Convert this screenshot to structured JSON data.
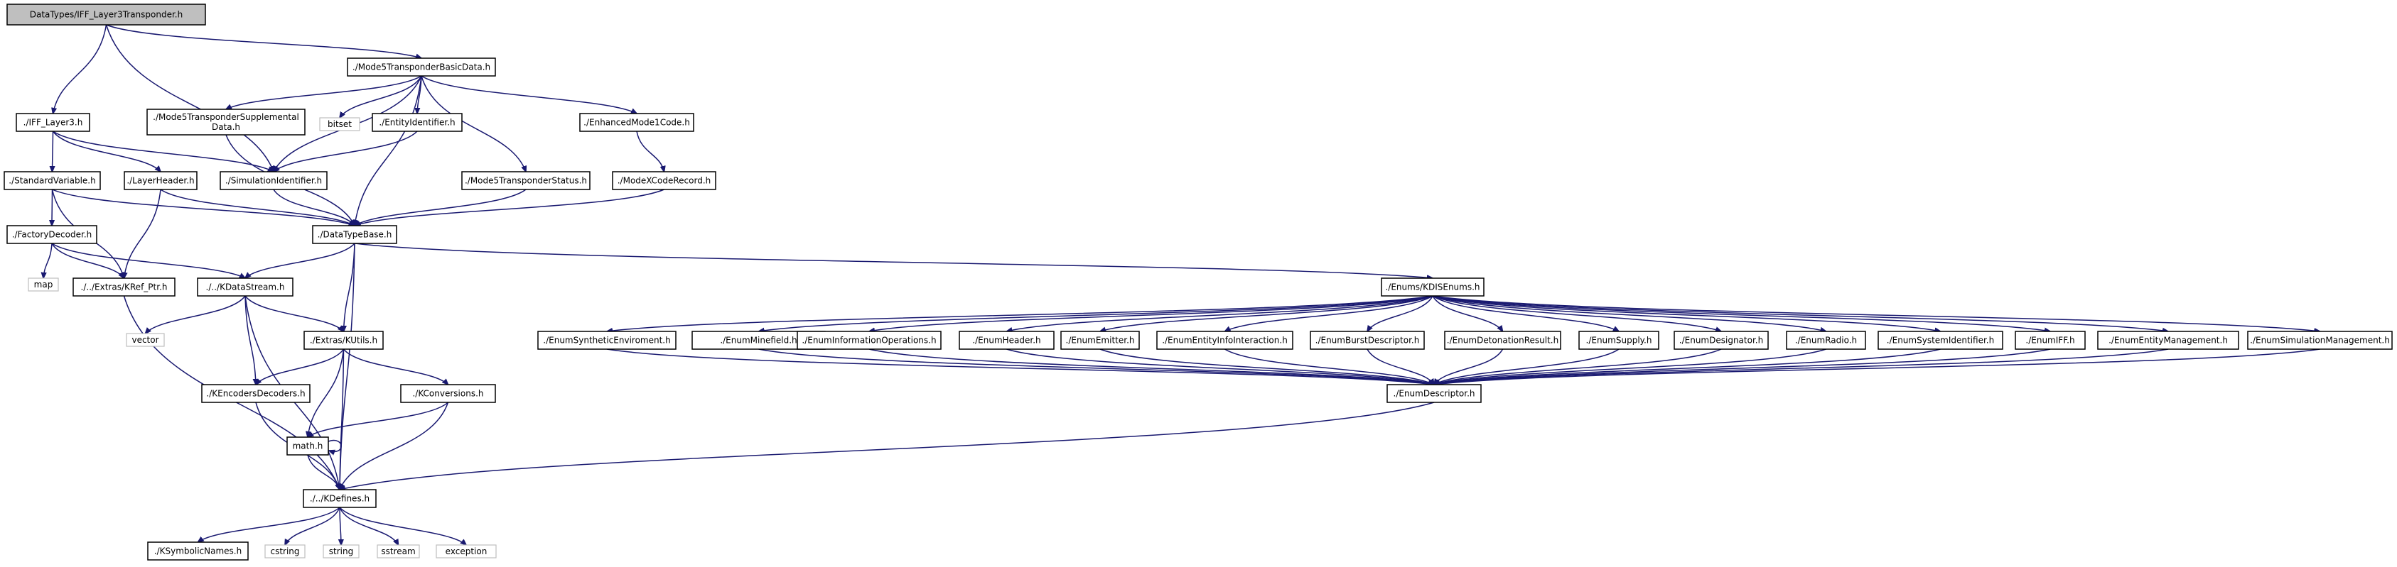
{
  "colors": {
    "edge": "#191970",
    "root_fill": "#bfbfbf",
    "external_border": "#bfbfbf",
    "box_border": "#000000"
  },
  "nodes": [
    {
      "id": "root",
      "lines": [
        "DataTypes/IFF_Layer3Transponder.h"
      ],
      "kind": "root"
    },
    {
      "id": "m5basic",
      "lines": [
        "./Mode5TransponderBasicData.h"
      ]
    },
    {
      "id": "iffl3",
      "lines": [
        "./IFF_Layer3.h"
      ]
    },
    {
      "id": "m5supp",
      "lines": [
        "./Mode5TransponderSupplemental",
        "Data.h"
      ]
    },
    {
      "id": "bitset",
      "lines": [
        "bitset"
      ],
      "kind": "ext"
    },
    {
      "id": "entityid",
      "lines": [
        "./EntityIdentifier.h"
      ]
    },
    {
      "id": "enhmode1",
      "lines": [
        "./EnhancedMode1Code.h"
      ]
    },
    {
      "id": "stdvar",
      "lines": [
        "./StandardVariable.h"
      ]
    },
    {
      "id": "layerhdr",
      "lines": [
        "./LayerHeader.h"
      ]
    },
    {
      "id": "simid",
      "lines": [
        "./SimulationIdentifier.h"
      ]
    },
    {
      "id": "m5status",
      "lines": [
        "./Mode5TransponderStatus.h"
      ]
    },
    {
      "id": "modexcode",
      "lines": [
        "./ModeXCodeRecord.h"
      ]
    },
    {
      "id": "factorydec",
      "lines": [
        "./FactoryDecoder.h"
      ]
    },
    {
      "id": "datatypebase",
      "lines": [
        "./DataTypeBase.h"
      ]
    },
    {
      "id": "map",
      "lines": [
        "map"
      ],
      "kind": "ext"
    },
    {
      "id": "krefptr",
      "lines": [
        "./../Extras/KRef_Ptr.h"
      ]
    },
    {
      "id": "kdatastream",
      "lines": [
        "./../KDataStream.h"
      ]
    },
    {
      "id": "kdisenums",
      "lines": [
        "./Enums/KDISEnums.h"
      ]
    },
    {
      "id": "vector",
      "lines": [
        "vector"
      ],
      "kind": "ext"
    },
    {
      "id": "kutils",
      "lines": [
        "./Extras/KUtils.h"
      ]
    },
    {
      "id": "e_synth",
      "lines": [
        "./EnumSyntheticEnviroment.h"
      ]
    },
    {
      "id": "e_mine",
      "lines": [
        "./EnumMinefield.h"
      ]
    },
    {
      "id": "e_info",
      "lines": [
        "./EnumInformationOperations.h"
      ]
    },
    {
      "id": "e_header",
      "lines": [
        "./EnumHeader.h"
      ]
    },
    {
      "id": "e_emitter",
      "lines": [
        "./EnumEmitter.h"
      ]
    },
    {
      "id": "e_entinfo",
      "lines": [
        "./EnumEntityInfoInteraction.h"
      ]
    },
    {
      "id": "e_burst",
      "lines": [
        "./EnumBurstDescriptor.h"
      ]
    },
    {
      "id": "e_deton",
      "lines": [
        "./EnumDetonationResult.h"
      ]
    },
    {
      "id": "e_supply",
      "lines": [
        "./EnumSupply.h"
      ]
    },
    {
      "id": "e_desig",
      "lines": [
        "./EnumDesignator.h"
      ]
    },
    {
      "id": "e_radio",
      "lines": [
        "./EnumRadio.h"
      ]
    },
    {
      "id": "e_sysid",
      "lines": [
        "./EnumSystemIdentifier.h"
      ]
    },
    {
      "id": "e_iff",
      "lines": [
        "./EnumIFF.h"
      ]
    },
    {
      "id": "e_entman",
      "lines": [
        "./EnumEntityManagement.h"
      ]
    },
    {
      "id": "e_simman",
      "lines": [
        "./EnumSimulationManagement.h"
      ]
    },
    {
      "id": "kencdec",
      "lines": [
        "./KEncodersDecoders.h"
      ]
    },
    {
      "id": "kconv",
      "lines": [
        "./KConversions.h"
      ]
    },
    {
      "id": "enumdesc",
      "lines": [
        "./EnumDescriptor.h"
      ]
    },
    {
      "id": "math",
      "lines": [
        "math.h"
      ]
    },
    {
      "id": "kdefines",
      "lines": [
        "./../KDefines.h"
      ]
    },
    {
      "id": "ksymbolic",
      "lines": [
        "./KSymbolicNames.h"
      ]
    },
    {
      "id": "cstring",
      "lines": [
        "cstring"
      ],
      "kind": "ext"
    },
    {
      "id": "string",
      "lines": [
        "string"
      ],
      "kind": "ext"
    },
    {
      "id": "sstream",
      "lines": [
        "sstream"
      ],
      "kind": "ext"
    },
    {
      "id": "exception",
      "lines": [
        "exception"
      ],
      "kind": "ext"
    }
  ],
  "edges": [
    [
      "root",
      "m5basic"
    ],
    [
      "root",
      "iffl3"
    ],
    [
      "root",
      "simid"
    ],
    [
      "m5basic",
      "m5supp"
    ],
    [
      "m5basic",
      "bitset"
    ],
    [
      "m5basic",
      "entityid"
    ],
    [
      "m5basic",
      "enhmode1"
    ],
    [
      "m5basic",
      "m5status"
    ],
    [
      "m5basic",
      "datatypebase"
    ],
    [
      "m5basic",
      "simid"
    ],
    [
      "iffl3",
      "stdvar"
    ],
    [
      "iffl3",
      "layerhdr"
    ],
    [
      "iffl3",
      "simid"
    ],
    [
      "m5supp",
      "datatypebase"
    ],
    [
      "entityid",
      "simid"
    ],
    [
      "enhmode1",
      "modexcode"
    ],
    [
      "stdvar",
      "factorydec"
    ],
    [
      "stdvar",
      "krefptr"
    ],
    [
      "stdvar",
      "datatypebase"
    ],
    [
      "layerhdr",
      "krefptr"
    ],
    [
      "layerhdr",
      "datatypebase"
    ],
    [
      "simid",
      "datatypebase"
    ],
    [
      "m5status",
      "datatypebase"
    ],
    [
      "modexcode",
      "datatypebase"
    ],
    [
      "factorydec",
      "map"
    ],
    [
      "factorydec",
      "krefptr"
    ],
    [
      "factorydec",
      "kdatastream"
    ],
    [
      "datatypebase",
      "kdatastream"
    ],
    [
      "datatypebase",
      "kdisenums"
    ],
    [
      "datatypebase",
      "kutils"
    ],
    [
      "datatypebase",
      "kdefines"
    ],
    [
      "krefptr",
      "kdefines"
    ],
    [
      "kdatastream",
      "vector"
    ],
    [
      "kdatastream",
      "kutils"
    ],
    [
      "kdatastream",
      "kencdec"
    ],
    [
      "kdatastream",
      "kdefines"
    ],
    [
      "kdisenums",
      "e_synth"
    ],
    [
      "kdisenums",
      "e_mine"
    ],
    [
      "kdisenums",
      "e_info"
    ],
    [
      "kdisenums",
      "e_header"
    ],
    [
      "kdisenums",
      "e_emitter"
    ],
    [
      "kdisenums",
      "e_entinfo"
    ],
    [
      "kdisenums",
      "e_burst"
    ],
    [
      "kdisenums",
      "e_deton"
    ],
    [
      "kdisenums",
      "e_supply"
    ],
    [
      "kdisenums",
      "e_desig"
    ],
    [
      "kdisenums",
      "e_radio"
    ],
    [
      "kdisenums",
      "e_sysid"
    ],
    [
      "kdisenums",
      "e_iff"
    ],
    [
      "kdisenums",
      "e_entman"
    ],
    [
      "kdisenums",
      "e_simman"
    ],
    [
      "e_synth",
      "enumdesc"
    ],
    [
      "e_mine",
      "enumdesc"
    ],
    [
      "e_info",
      "enumdesc"
    ],
    [
      "e_header",
      "enumdesc"
    ],
    [
      "e_emitter",
      "enumdesc"
    ],
    [
      "e_entinfo",
      "enumdesc"
    ],
    [
      "e_burst",
      "enumdesc"
    ],
    [
      "e_deton",
      "enumdesc"
    ],
    [
      "e_supply",
      "enumdesc"
    ],
    [
      "e_desig",
      "enumdesc"
    ],
    [
      "e_radio",
      "enumdesc"
    ],
    [
      "e_sysid",
      "enumdesc"
    ],
    [
      "e_iff",
      "enumdesc"
    ],
    [
      "e_entman",
      "enumdesc"
    ],
    [
      "e_simman",
      "enumdesc"
    ],
    [
      "kutils",
      "kencdec"
    ],
    [
      "kutils",
      "kconv"
    ],
    [
      "kutils",
      "math"
    ],
    [
      "kutils",
      "kdefines"
    ],
    [
      "kencdec",
      "kdefines"
    ],
    [
      "kconv",
      "math"
    ],
    [
      "kconv",
      "kdefines"
    ],
    [
      "enumdesc",
      "kdefines"
    ],
    [
      "math",
      "kdefines"
    ],
    [
      "math",
      "math"
    ],
    [
      "kdefines",
      "ksymbolic"
    ],
    [
      "kdefines",
      "cstring"
    ],
    [
      "kdefines",
      "string"
    ],
    [
      "kdefines",
      "sstream"
    ],
    [
      "kdefines",
      "exception"
    ]
  ]
}
